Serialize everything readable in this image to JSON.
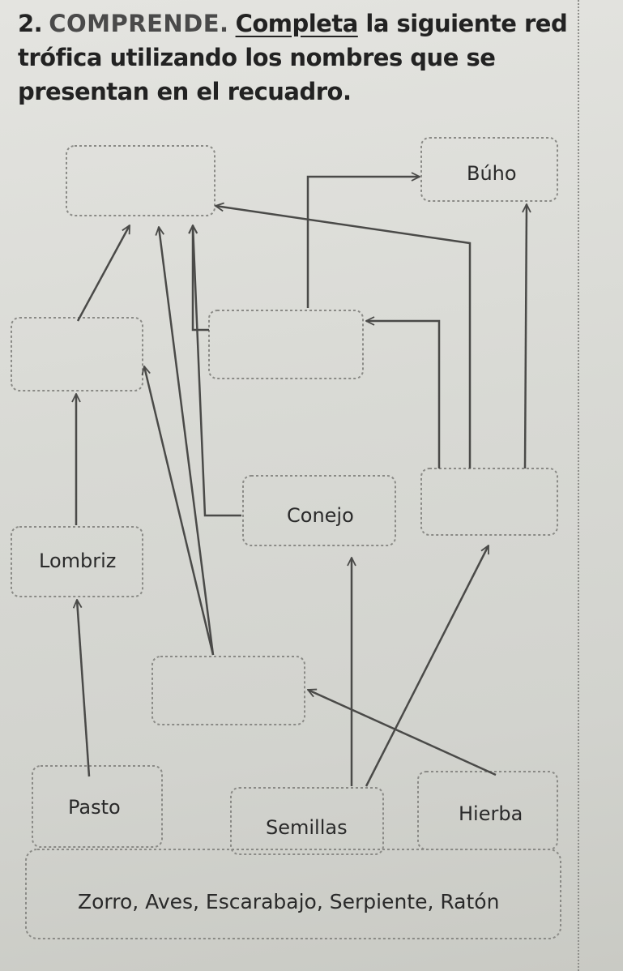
{
  "exercise": {
    "number": "2.",
    "keyword": "COMPRENDE.",
    "verb": "Completa",
    "text": "la siguiente red trófica utilizando los nombres que se presentan en el recuadro."
  },
  "boxes": {
    "buho": "Búho",
    "conejo": "Conejo",
    "lombriz": "Lombriz",
    "pasto": "Pasto",
    "semillas": "Semillas",
    "hierba": "Hierba"
  },
  "word_bank": "Zorro, Aves, Escarabajo, Serpiente, Ratón",
  "colors": {
    "ink": "#1e1e1e",
    "box_border": "#8a8a86",
    "arrow": "#4a4a48"
  }
}
